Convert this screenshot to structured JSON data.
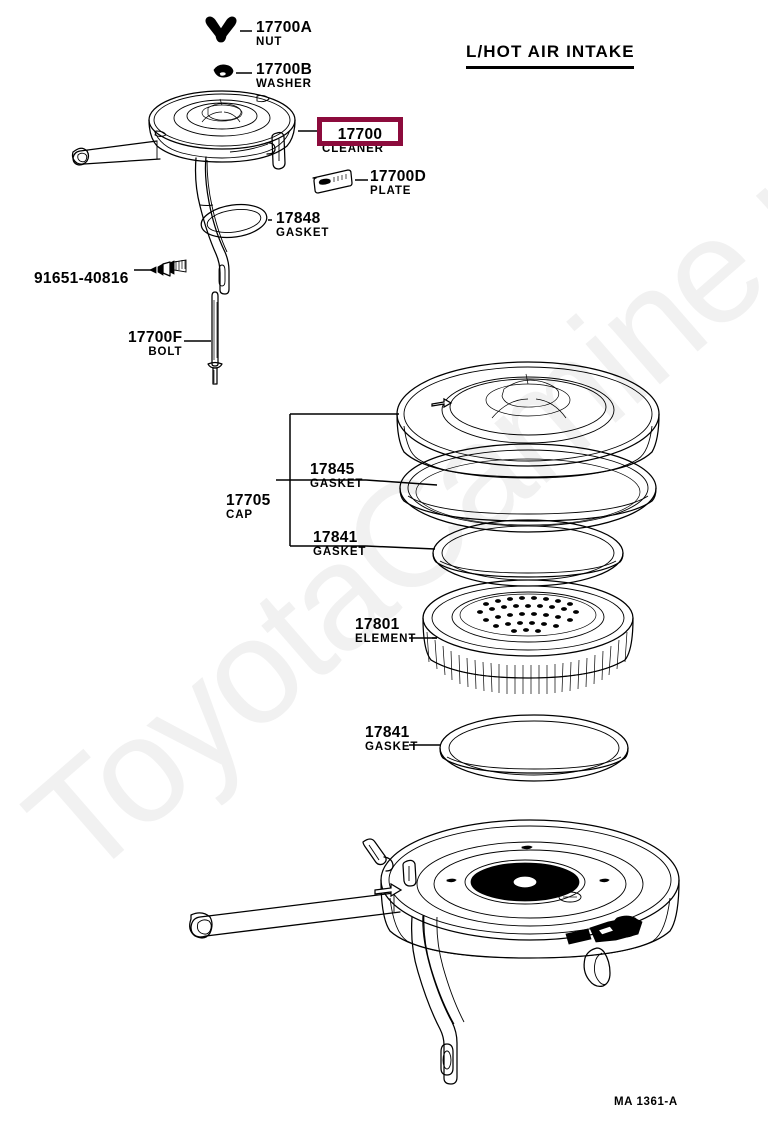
{
  "sheet": {
    "title": "L/HOT AIR INTAKE",
    "footer_code": "MA 1361-A",
    "watermark": "ToyotaCamine.ru",
    "background_color": "#ffffff",
    "line_color": "#000000",
    "highlight_color": "#8C0B3C"
  },
  "highlight": {
    "part_number": "17700",
    "part_name": "CLEANER"
  },
  "labels": [
    {
      "id": "nut",
      "number": "17700A",
      "name": "NUT"
    },
    {
      "id": "washer",
      "number": "17700B",
      "name": "WASHER"
    },
    {
      "id": "plate",
      "number": "17700D",
      "name": "PLATE"
    },
    {
      "id": "gasket17848",
      "number": "17848",
      "name": "GASKET"
    },
    {
      "id": "screw",
      "number": "91651-40816",
      "name": ""
    },
    {
      "id": "bolt",
      "number": "17700F",
      "name": "BOLT"
    },
    {
      "id": "cap",
      "number": "17705",
      "name": "CAP"
    },
    {
      "id": "gasket17845",
      "number": "17845",
      "name": "GASKET"
    },
    {
      "id": "gasket17841a",
      "number": "17841",
      "name": "GASKET"
    },
    {
      "id": "element",
      "number": "17801",
      "name": "ELEMENT"
    },
    {
      "id": "gasket17841b",
      "number": "17841",
      "name": "GASKET"
    }
  ]
}
